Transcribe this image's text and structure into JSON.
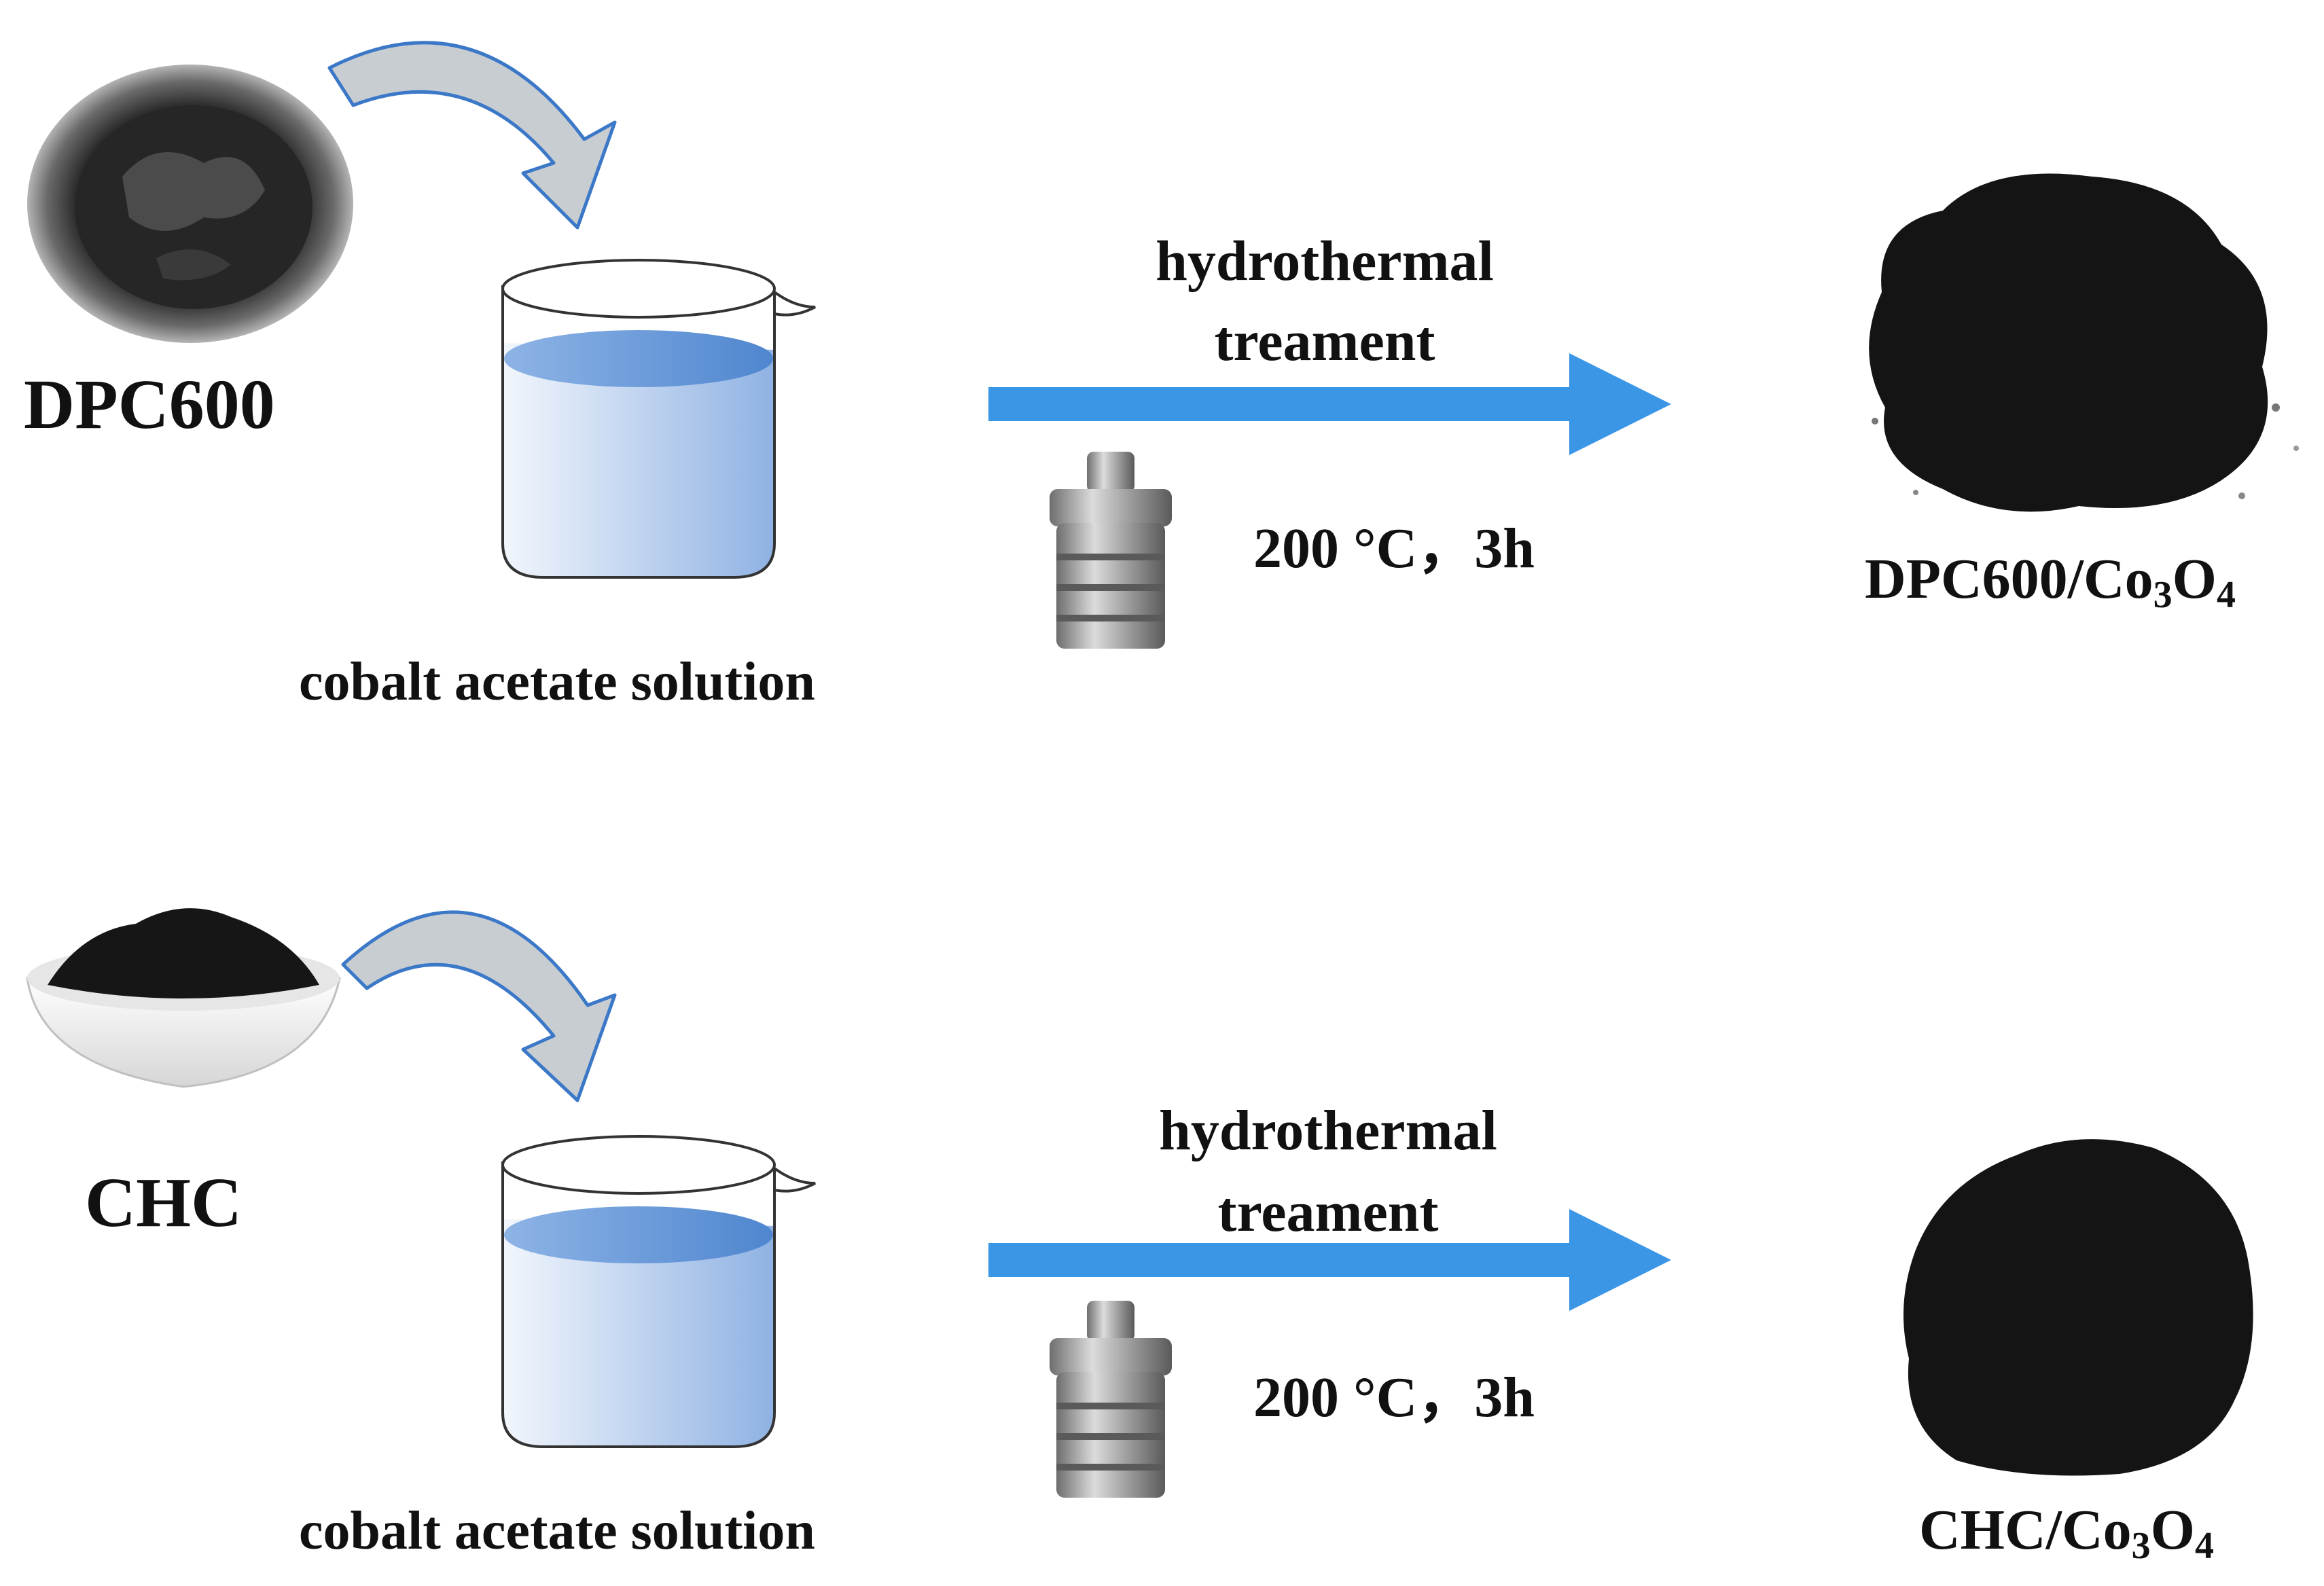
{
  "colors": {
    "arrow": "#3c96e6",
    "solution_top": "#5f92d2",
    "solution_side": "#9dbbe6",
    "curved_arrow_fill": "#c8cdd2",
    "curved_arrow_outline": "#3c78c8",
    "powder": "#141414",
    "autoclave": "#8c8c8c"
  },
  "icons": [
    "curved-arrow-icon",
    "beaker-icon",
    "autoclave-icon",
    "process-arrow-icon",
    "powder-photo-icon"
  ],
  "rows": [
    {
      "precursor_label": "DPC600",
      "precursor_image": "gray-carbon-in-dish",
      "solution_label": "cobalt acetate solution",
      "process_line1": "hydrothermal",
      "process_line2": "treament",
      "conditions": "200 °C，3h",
      "product_label_main": "DPC600/Co",
      "product_sub1": "3",
      "product_mid": "O",
      "product_sub2": "4"
    },
    {
      "precursor_label": "CHC",
      "precursor_image": "black-powder-in-bowl",
      "solution_label": "cobalt acetate solution",
      "process_line1": "hydrothermal",
      "process_line2": "treament",
      "conditions": "200 °C，3h",
      "product_label_main": "CHC/Co",
      "product_sub1": "3",
      "product_mid": "O",
      "product_sub2": "4"
    }
  ]
}
